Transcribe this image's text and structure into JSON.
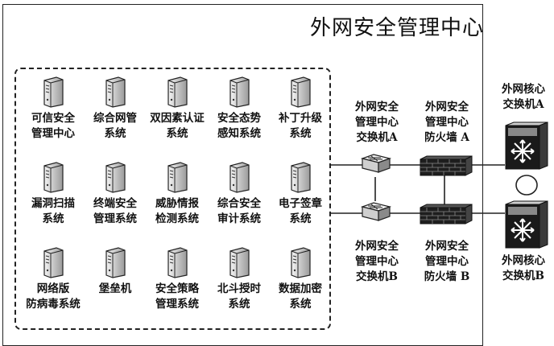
{
  "title": "外网安全管理中心",
  "servers": [
    [
      "可信安全\n管理中心",
      "综合网管\n系统",
      "双因素认证\n系统",
      "安全态势\n感知系统",
      "补丁升级\n系统"
    ],
    [
      "漏洞扫描\n系统",
      "终端安全\n管理系统",
      "威胁情报\n检测系统",
      "综合安全\n审计系统",
      "电子签章\n系统"
    ],
    [
      "网络版\n防病毒系统",
      "堡垒机",
      "安全策略\n管理系统",
      "北斗授时\n系统",
      "数据加密\n系统"
    ]
  ],
  "network": {
    "switch_a": "外网安全\n管理中心\n交换机A",
    "firewall_a": "外网安全\n管理中心\n防火墙 A",
    "switch_b": "外网安全\n管理中心\n交换机B",
    "firewall_b": "外网安全\n管理中心\n防火墙 B",
    "core_a": "外网核心\n交换机A",
    "core_b": "外网核心\n交换机B"
  }
}
